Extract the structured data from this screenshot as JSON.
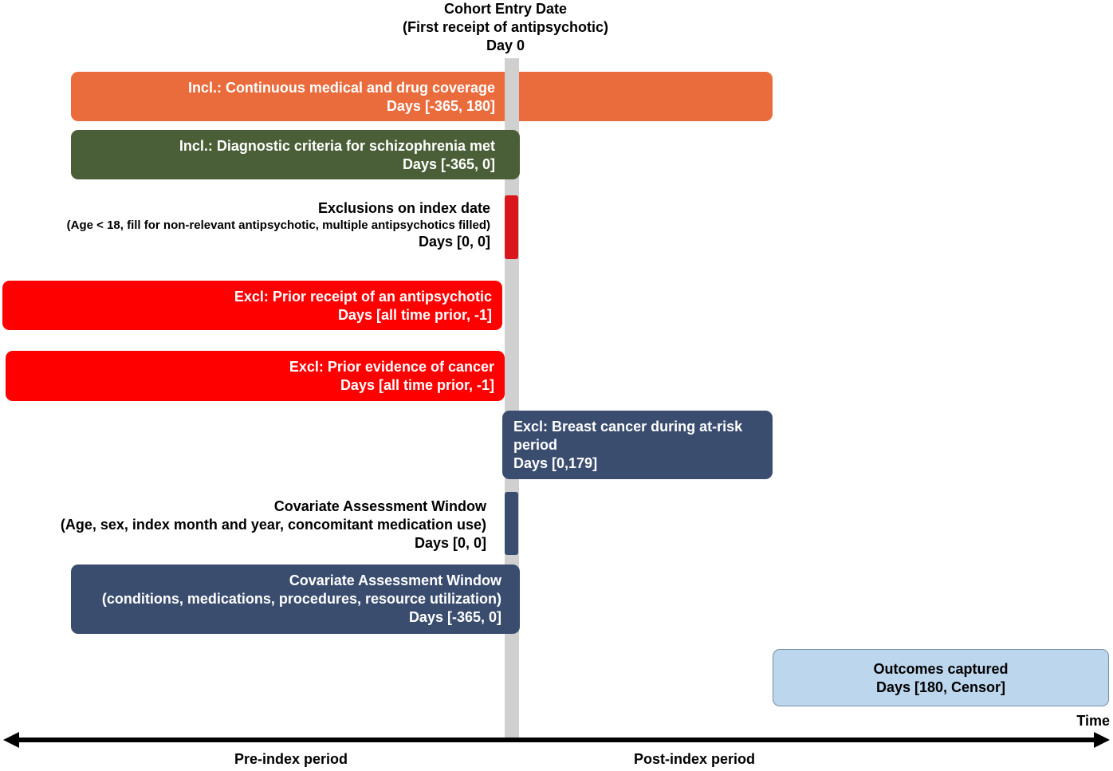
{
  "header": {
    "line1": "Cohort Entry Date",
    "line2": "(First receipt of antipsychotic)",
    "line3": "Day 0"
  },
  "bars": {
    "coverage": {
      "line1": "Incl.: Continuous medical and drug coverage",
      "line2": "Days [-365, 180]",
      "color": "#ea6b3c"
    },
    "schizophrenia": {
      "line1": "Incl.: Diagnostic criteria for schizophrenia met",
      "line2": "Days [-365, 0]",
      "color": "#4a5f37"
    },
    "exclusions_index": {
      "line1": "Exclusions on index date",
      "line2": "(Age < 18, fill  for non-relevant antipsychotic, multiple antipsychotics filled)",
      "line3": "Days [0, 0]",
      "color": "#d9161c"
    },
    "prior_antipsychotic": {
      "line1": "Excl: Prior receipt of an antipsychotic",
      "line2": "Days [all time prior, -1]",
      "color": "#ff0000"
    },
    "prior_cancer": {
      "line1": "Excl: Prior evidence of cancer",
      "line2": "Days [all time prior, -1]",
      "color": "#ff0000"
    },
    "breast_cancer": {
      "line1": "Excl: Breast cancer during at-risk period",
      "line2": "Days [0,179]",
      "color": "#3a4d6f"
    },
    "covariate_index": {
      "line1": "Covariate Assessment Window",
      "line2": "(Age, sex, index month and year, concomitant medication use)",
      "line3": "Days [0, 0]",
      "color": "#3a4d6f"
    },
    "covariate_baseline": {
      "line1": "Covariate Assessment Window",
      "line2": "(conditions, medications, procedures, resource utilization)",
      "line3": "Days [-365, 0]",
      "color": "#3a4d6f"
    },
    "outcomes": {
      "line1": "Outcomes captured",
      "line2": "Days [180, Censor]",
      "color": "#bcd6ee"
    }
  },
  "axis": {
    "time_label": "Time",
    "pre_label": "Pre-index period",
    "post_label": "Post-index period"
  }
}
